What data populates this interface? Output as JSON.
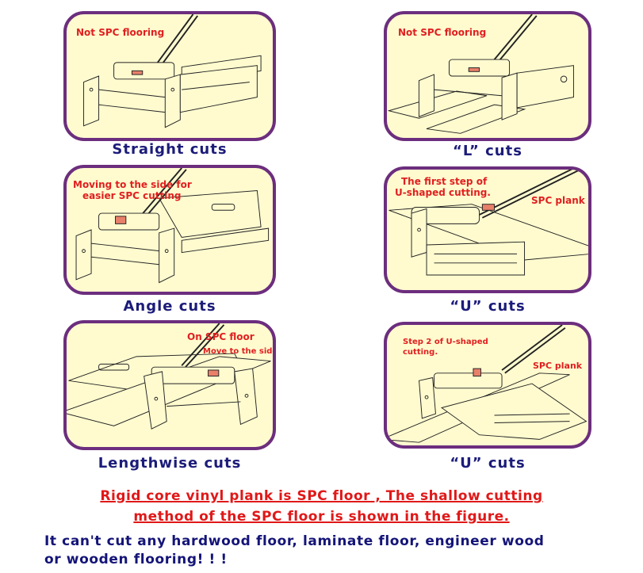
{
  "panels": [
    {
      "note": "Not SPC flooring",
      "caption": "Straight cuts"
    },
    {
      "note": "Not SPC flooring",
      "caption": "“L” cuts"
    },
    {
      "note_line1": "Moving to the side for",
      "note_line2": "easier SPC cutting",
      "caption": "Angle cuts"
    },
    {
      "note_line1": "The first step of",
      "note_line2": "U-shaped cutting.",
      "label": "SPC plank",
      "caption": "“U” cuts"
    },
    {
      "note": "On SPC  floor",
      "note_small": "Move to the side.",
      "caption": "Lengthwise cuts"
    },
    {
      "note_line1": "Step 2 of U-shaped",
      "note_line2": "cutting.",
      "label": "SPC plank",
      "caption": "“U” cuts"
    }
  ],
  "footer": {
    "red_line1": "Rigid core vinyl plank is SPC floor , The shallow cutting",
    "red_line2": "method of the SPC floor is shown in the figure.",
    "blue_line1": "It can't cut any hardwood floor, laminate floor, engineer wood",
    "blue_line2": "or  wooden flooring!  !  !"
  },
  "colors": {
    "frame": "#6c2e7e",
    "panel_bg": "#fffbcf",
    "note": "#e02020",
    "caption": "#1c1c7a"
  }
}
